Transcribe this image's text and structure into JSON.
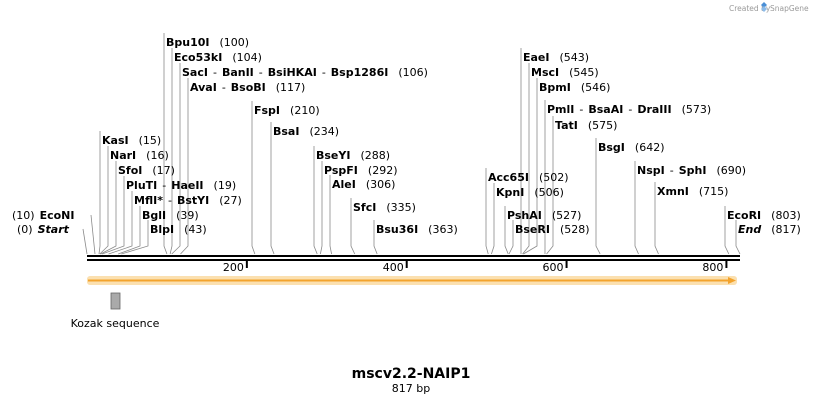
{
  "credit": {
    "prefix": "Created by",
    "brand": "SnapGene",
    "brand_color": "#4b8fd6",
    "logo_icon": "snapgene-logo-icon"
  },
  "map": {
    "length": 817,
    "name": "mscv2.2-NAIP1",
    "length_label": "817 bp",
    "ticks": [
      {
        "pos": 200,
        "label": "200"
      },
      {
        "pos": 400,
        "label": "400"
      },
      {
        "pos": 600,
        "label": "600"
      },
      {
        "pos": 800,
        "label": "800"
      }
    ],
    "arrow_color": "#f3a32c",
    "feature": {
      "name": "Kozak sequence",
      "start": 32,
      "end": 44,
      "color": "#aaaaaa"
    }
  },
  "labels": [
    {
      "parts": [
        {
          "t": "(10)",
          "s": "n"
        },
        {
          "t": "EcoNI",
          "s": "b"
        }
      ],
      "site": 10,
      "side": "left"
    },
    {
      "parts": [
        {
          "t": "(0)",
          "s": "n"
        },
        {
          "t": "Start",
          "s": "i"
        }
      ],
      "site": 0,
      "side": "left"
    },
    {
      "parts": [
        {
          "t": "Bpu10I",
          "s": "b"
        },
        {
          "t": "(100)",
          "s": "n"
        }
      ],
      "site": 100
    },
    {
      "parts": [
        {
          "t": "Eco53kI",
          "s": "b"
        },
        {
          "t": "(104)",
          "s": "n"
        }
      ],
      "site": 104
    },
    {
      "parts": [
        {
          "t": "SacI",
          "s": "b"
        },
        {
          "t": "-",
          "s": "n"
        },
        {
          "t": "BanII",
          "s": "b"
        },
        {
          "t": "-",
          "s": "n"
        },
        {
          "t": "BsiHKAI",
          "s": "b"
        },
        {
          "t": "-",
          "s": "n"
        },
        {
          "t": "Bsp1286I",
          "s": "b"
        },
        {
          "t": "(106)",
          "s": "n"
        }
      ],
      "site": 106
    },
    {
      "parts": [
        {
          "t": "AvaI",
          "s": "b"
        },
        {
          "t": "-",
          "s": "n"
        },
        {
          "t": "BsoBI",
          "s": "b"
        },
        {
          "t": "(117)",
          "s": "n"
        }
      ],
      "site": 117
    },
    {
      "parts": [
        {
          "t": "FspI",
          "s": "b"
        },
        {
          "t": "(210)",
          "s": "n"
        }
      ],
      "site": 210
    },
    {
      "parts": [
        {
          "t": "BsaI",
          "s": "b"
        },
        {
          "t": "(234)",
          "s": "n"
        }
      ],
      "site": 234
    },
    {
      "parts": [
        {
          "t": "KasI",
          "s": "b"
        },
        {
          "t": "(15)",
          "s": "n"
        }
      ],
      "site": 15
    },
    {
      "parts": [
        {
          "t": "NarI",
          "s": "b"
        },
        {
          "t": "(16)",
          "s": "n"
        }
      ],
      "site": 16
    },
    {
      "parts": [
        {
          "t": "SfoI",
          "s": "b"
        },
        {
          "t": "(17)",
          "s": "n"
        }
      ],
      "site": 17
    },
    {
      "parts": [
        {
          "t": "PluTI",
          "s": "b"
        },
        {
          "t": "-",
          "s": "n"
        },
        {
          "t": "HaeII",
          "s": "b"
        },
        {
          "t": "(19)",
          "s": "n"
        }
      ],
      "site": 19
    },
    {
      "parts": [
        {
          "t": "MflI",
          "s": "b"
        },
        {
          "t": "*",
          "s": "b"
        },
        {
          "t": "-",
          "s": "n"
        },
        {
          "t": "BstYI",
          "s": "b"
        },
        {
          "t": "(27)",
          "s": "n"
        }
      ],
      "site": 27
    },
    {
      "parts": [
        {
          "t": "BglI",
          "s": "b"
        },
        {
          "t": "(39)",
          "s": "n"
        }
      ],
      "site": 39
    },
    {
      "parts": [
        {
          "t": "BlpI",
          "s": "b"
        },
        {
          "t": "(43)",
          "s": "n"
        }
      ],
      "site": 43
    },
    {
      "parts": [
        {
          "t": "BseYI",
          "s": "b"
        },
        {
          "t": "(288)",
          "s": "n"
        }
      ],
      "site": 288
    },
    {
      "parts": [
        {
          "t": "PspFI",
          "s": "b"
        },
        {
          "t": "(292)",
          "s": "n"
        }
      ],
      "site": 292
    },
    {
      "parts": [
        {
          "t": "AleI",
          "s": "b"
        },
        {
          "t": "(306)",
          "s": "n"
        }
      ],
      "site": 306
    },
    {
      "parts": [
        {
          "t": "SfcI",
          "s": "b"
        },
        {
          "t": "(335)",
          "s": "n"
        }
      ],
      "site": 335
    },
    {
      "parts": [
        {
          "t": "Bsu36I",
          "s": "b"
        },
        {
          "t": "(363)",
          "s": "n"
        }
      ],
      "site": 363
    },
    {
      "parts": [
        {
          "t": "EaeI",
          "s": "b"
        },
        {
          "t": "(543)",
          "s": "n"
        }
      ],
      "site": 543
    },
    {
      "parts": [
        {
          "t": "MscI",
          "s": "b"
        },
        {
          "t": "(545)",
          "s": "n"
        }
      ],
      "site": 545
    },
    {
      "parts": [
        {
          "t": "BpmI",
          "s": "b"
        },
        {
          "t": "(546)",
          "s": "n"
        }
      ],
      "site": 546
    },
    {
      "parts": [
        {
          "t": "PmlI",
          "s": "b"
        },
        {
          "t": "-",
          "s": "n"
        },
        {
          "t": "BsaAI",
          "s": "b"
        },
        {
          "t": "-",
          "s": "n"
        },
        {
          "t": "DraIII",
          "s": "b"
        },
        {
          "t": "(573)",
          "s": "n"
        }
      ],
      "site": 573
    },
    {
      "parts": [
        {
          "t": "TatI",
          "s": "b"
        },
        {
          "t": "(575)",
          "s": "n"
        }
      ],
      "site": 575
    },
    {
      "parts": [
        {
          "t": "BsgI",
          "s": "b"
        },
        {
          "t": "(642)",
          "s": "n"
        }
      ],
      "site": 642
    },
    {
      "parts": [
        {
          "t": "NspI",
          "s": "b"
        },
        {
          "t": "-",
          "s": "n"
        },
        {
          "t": "SphI",
          "s": "b"
        },
        {
          "t": "(690)",
          "s": "n"
        }
      ],
      "site": 690
    },
    {
      "parts": [
        {
          "t": "XmnI",
          "s": "b"
        },
        {
          "t": "(715)",
          "s": "n"
        }
      ],
      "site": 715
    },
    {
      "parts": [
        {
          "t": "Acc65I",
          "s": "b"
        },
        {
          "t": "(502)",
          "s": "n"
        }
      ],
      "site": 502
    },
    {
      "parts": [
        {
          "t": "KpnI",
          "s": "b"
        },
        {
          "t": "(506)",
          "s": "n"
        }
      ],
      "site": 506
    },
    {
      "parts": [
        {
          "t": "PshAI",
          "s": "b"
        },
        {
          "t": "(527)",
          "s": "n"
        }
      ],
      "site": 527
    },
    {
      "parts": [
        {
          "t": "BseRI",
          "s": "b"
        },
        {
          "t": "(528)",
          "s": "n"
        }
      ],
      "site": 528
    },
    {
      "parts": [
        {
          "t": "EcoRI",
          "s": "b"
        },
        {
          "t": "(803)",
          "s": "n"
        }
      ],
      "site": 803
    },
    {
      "parts": [
        {
          "t": "End",
          "s": "i"
        },
        {
          "t": "(817)",
          "s": "n"
        }
      ],
      "site": 817
    }
  ]
}
